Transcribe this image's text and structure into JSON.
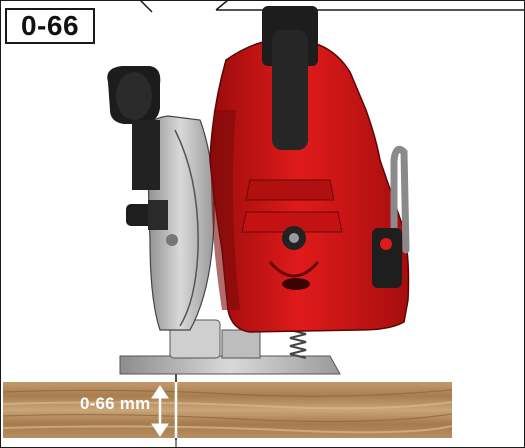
{
  "figure": {
    "label": "0-66",
    "cut_depth_label": "0-66 mm"
  },
  "colors": {
    "saw_body": "#d41414",
    "wood": "#b08658",
    "outline": "#1a1a1a"
  },
  "icons": {
    "depth_arrow": "double-arrow-vertical"
  }
}
